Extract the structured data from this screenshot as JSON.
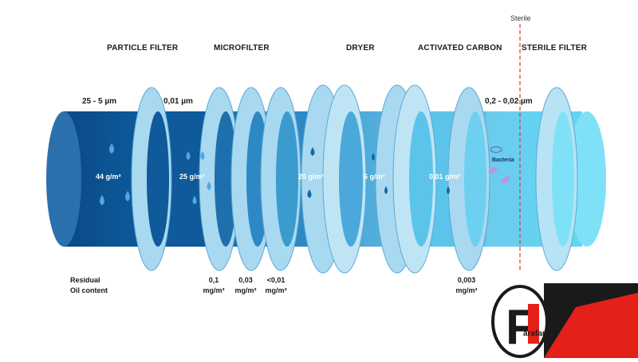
{
  "stages": {
    "particle_filter": "PARTICLE FILTER",
    "microfilter": "MICROFILTER",
    "dryer": "DRYER",
    "activated_carbon": "ACTIVATED CARBON",
    "sterile_filter": "STERILE FILTER"
  },
  "sterile_marker": "Sterile",
  "pore_sizes": {
    "particle": "25 - 5 µm",
    "micro": "0,01 µm",
    "sterile": "0,2 - 0,02 µm"
  },
  "concentrations": {
    "c1": "44 g/m³",
    "c2": "25 g/m³",
    "c3": "20 g/m³",
    "c4": "6 g/m³",
    "c5": "0,01 g/m³"
  },
  "bacteria_label": "Bacteria",
  "residual": {
    "line1": "Residual",
    "line2": "Oil content"
  },
  "oil_values": [
    {
      "value": "0,1",
      "unit": "mg/m³"
    },
    {
      "value": "0,03",
      "unit": "mg/m³"
    },
    {
      "value": "<0,01",
      "unit": "mg/m³"
    },
    {
      "value": "0,003",
      "unit": "mg/m³"
    }
  ],
  "logo": {
    "letter": "F",
    "text": "arafan",
    "accent_color": "#e32119"
  },
  "colors": {
    "dark_blue": "#0b4f8a",
    "mid_blue": "#1b6fb0",
    "light_blue": "#5fc6ea",
    "flange": "#aedcf2",
    "sterile_line": "#e03a2f"
  }
}
